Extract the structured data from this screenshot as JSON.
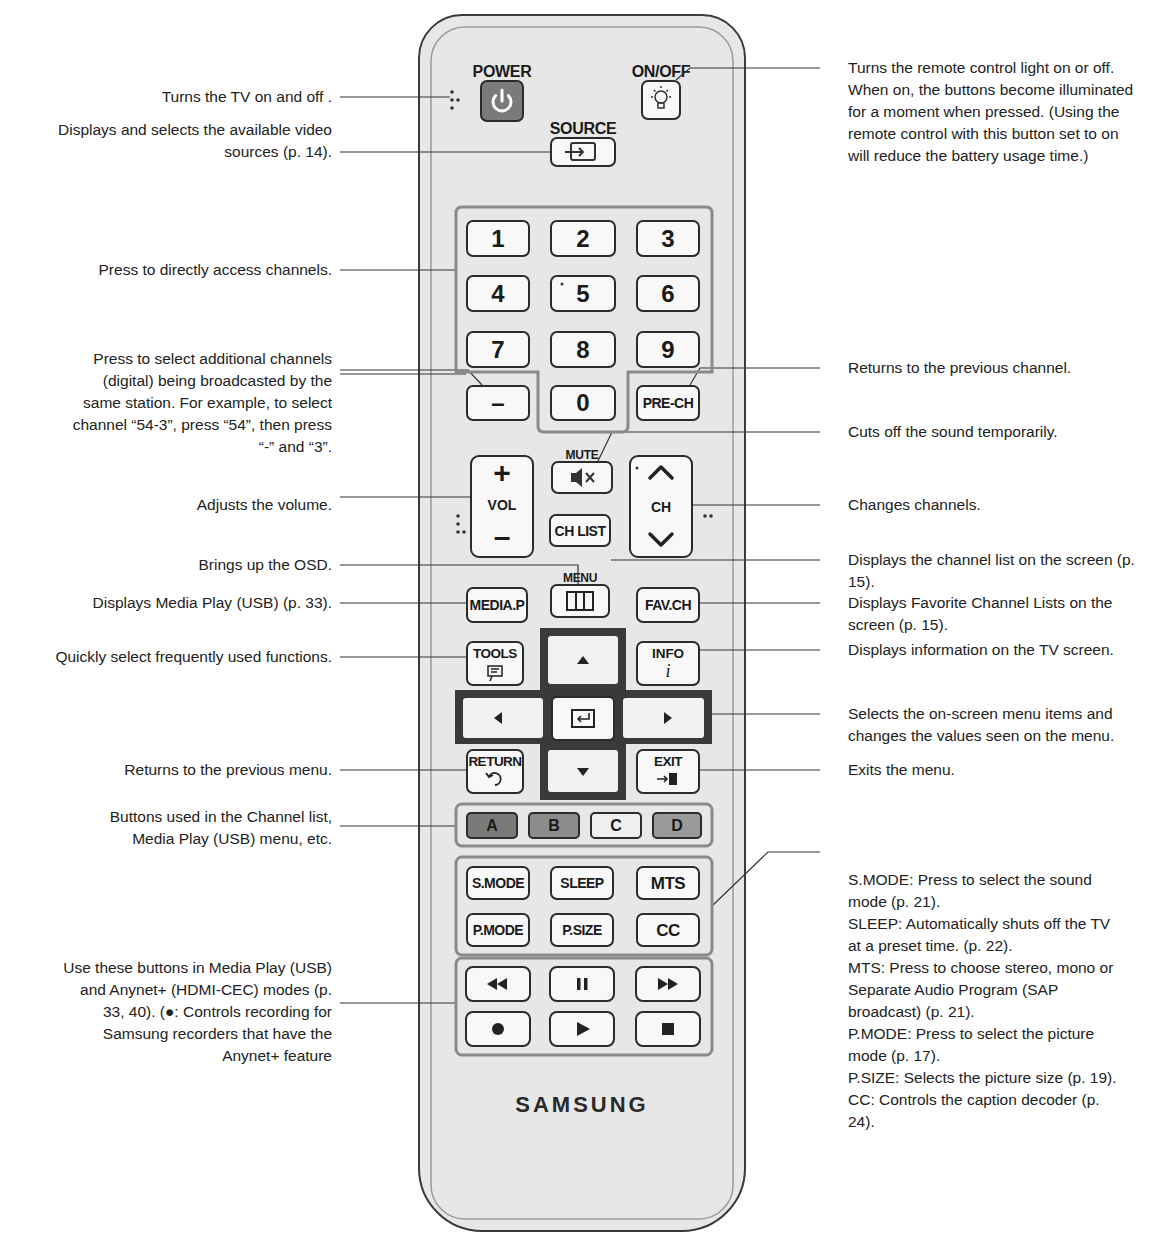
{
  "diagram": {
    "nodes": [
      {
        "text": [
          "SAMSUNG"
        ]
      },
      {
        "text": [
          "POWER"
        ],
        "in": 0
      },
      {
        "text": [
          "ON/OFF"
        ],
        "in": 0
      },
      {
        "text": [
          "SOURCE"
        ],
        "in": 0
      },
      {
        "text": [
          "1"
        ],
        "in": 0
      },
      {
        "text": [
          "2"
        ],
        "in": 0
      },
      {
        "text": [
          "3"
        ],
        "in": 0
      },
      {
        "text": [
          "4"
        ],
        "in": 0
      },
      {
        "text": [
          "5"
        ],
        "in": 0
      },
      {
        "text": [
          "6"
        ],
        "in": 0
      },
      {
        "text": [
          "7"
        ],
        "in": 0
      },
      {
        "text": [
          "8"
        ],
        "in": 0
      },
      {
        "text": [
          "9"
        ],
        "in": 0
      },
      {
        "text": [
          "–"
        ],
        "in": 0
      },
      {
        "text": [
          "0"
        ],
        "in": 0
      },
      {
        "text": [
          "PRE-CH"
        ],
        "in": 0
      },
      {
        "text": [
          "MUTE"
        ],
        "in": 0
      },
      {
        "text": [
          "+",
          "VOL",
          "–"
        ],
        "in": 0
      },
      {
        "text": [
          "CH"
        ],
        "in": 0
      },
      {
        "text": [
          "CH LIST"
        ],
        "in": 0
      },
      {
        "text": [
          "MENU"
        ],
        "in": 0
      },
      {
        "text": [
          "MEDIA.P"
        ],
        "in": 0
      },
      {
        "text": [
          "FAV.CH"
        ],
        "in": 0
      },
      {
        "text": [
          "TOOLS"
        ],
        "in": 0
      },
      {
        "text": [
          "INFO",
          "i"
        ],
        "in": 0
      },
      {
        "text": [
          "RETURN"
        ],
        "in": 0
      },
      {
        "text": [
          "EXIT"
        ],
        "in": 0
      },
      {
        "text": [
          "A"
        ],
        "in": 0
      },
      {
        "text": [
          "B"
        ],
        "in": 0
      },
      {
        "text": [
          "C"
        ],
        "in": 0
      },
      {
        "text": [
          "D"
        ],
        "in": 0
      },
      {
        "text": [
          "S.MODE"
        ],
        "in": 0
      },
      {
        "text": [
          "SLEEP"
        ],
        "in": 0
      },
      {
        "text": [
          "MTS"
        ],
        "in": 0
      },
      {
        "text": [
          "P.MODE"
        ],
        "in": 0
      },
      {
        "text": [
          "P.SIZE"
        ],
        "in": 0
      },
      {
        "text": [
          "CC"
        ],
        "in": 0
      }
    ],
    "labels": [
      "Turns the TV on and off .",
      "Displays and selects the available video sources (p. 14).",
      "Press to directly access channels.",
      "Press to select additional channels (digital) being broadcasted by the same station. For example, to select channel “54-3”, press “54”, then press “-” and “3”.",
      "Adjusts the volume.",
      "Brings up the OSD.",
      "Displays Media Play (USB) (p. 33).",
      "Quickly select frequently used functions.",
      "Returns to the previous menu.",
      "Buttons used in the Channel list, Media Play (USB) menu, etc.",
      "Use these buttons in Media Play (USB) and Anynet+ (HDMI-CEC) modes (p. 33, 40). (●: Controls recording for Samsung recorders that have the Anynet+ feature",
      "Turns the remote control light on or off. When on, the buttons become illuminated for a moment when pressed. (Using the remote control with this button set to on will reduce the battery usage time.)",
      "Returns to the previous channel.",
      "Cuts off the sound temporarily.",
      "Changes channels.",
      "Displays the channel list on the screen (p. 15).",
      "Displays Favorite Channel Lists on the screen (p. 15).",
      "Displays information on the TV screen.",
      "Selects the on-screen menu items and changes the values seen on the menu.",
      "Exits the menu.",
      "S.MODE: Press to select the sound mode (p. 21).",
      "SLEEP: Automatically shuts off the TV at a preset time. (p. 22).",
      "MTS: Press to choose stereo, mono or Separate Audio Program (SAP broadcast) (p. 21).",
      "P.MODE: Press to select the picture mode (p. 17).",
      "P.SIZE: Selects the picture size (p. 19).",
      "CC: Controls the caption decoder (p. 24)."
    ]
  }
}
